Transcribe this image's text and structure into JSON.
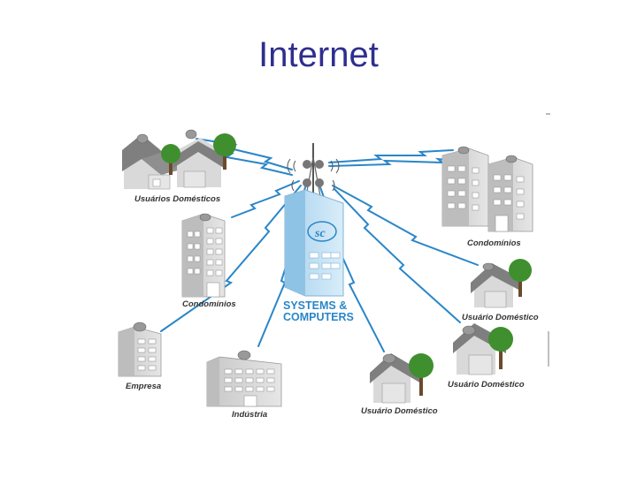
{
  "title": "Internet",
  "labels": {
    "home_users_top": "Usuários Domésticos",
    "condo_left": "Condomínios",
    "condo_right": "Condomínios",
    "company": "Empresa",
    "industry": "Indústria",
    "home_user_bottom": "Usuário Doméstico",
    "home_user_right_1": "Usuário Doméstico",
    "home_user_right_2": "Usuário Doméstico"
  },
  "brand": {
    "line1": "SYSTEMS &",
    "line2": "COMPUTERS",
    "logo": "SC"
  },
  "colors": {
    "title": "#2e2e8f",
    "link": "#2a86c8",
    "tree": "#3f8f2f",
    "roof": "#7f7f7f"
  },
  "icons": [
    "radio-tower-icon",
    "house-icon",
    "building-icon",
    "tree-icon",
    "satellite-dish-icon",
    "wireless-link-icon"
  ]
}
